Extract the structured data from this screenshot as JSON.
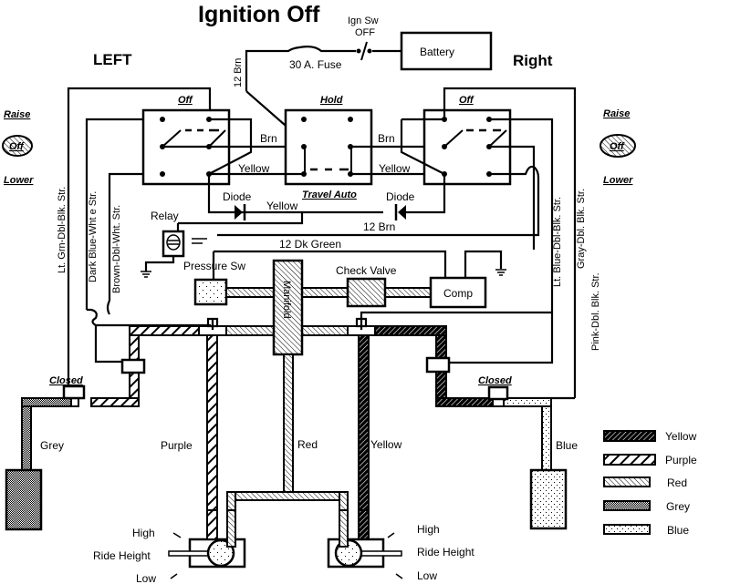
{
  "title": "Ignition Off",
  "sides": {
    "left": "LEFT",
    "right": "Right"
  },
  "ignition_switch": {
    "label": "Ign Sw",
    "state": "OFF"
  },
  "battery": "Battery",
  "fuse": "30 A. Fuse",
  "wires": {
    "twelve_brn_vertical": "12 Brn",
    "twelve_brn": "12 Brn",
    "twelve_dk_green": "12 Dk Green",
    "brn_left": "Brn",
    "brn_right": "Brn",
    "yellow_left": "Yellow",
    "yellow_right": "Yellow",
    "yellow_diode": "Yellow",
    "lt_grn": "Lt. Grn-Dbl-Blk. Str.",
    "dark_blue": "Dark Blue-Wht e Str.",
    "brown": "Brown-Dbl-Wht. Str.",
    "lt_blue": "Lt. Blue-Dbl-Blk. Str.",
    "gray": "Gray-Dbl. Blk. Str.",
    "pink": "Pink-Dbl. Blk. Str."
  },
  "switches": {
    "left_state": "Off",
    "center_state": "Hold",
    "center_sub": "Travel Auto",
    "right_state": "Off"
  },
  "diodes": {
    "left": "Diode",
    "right": "Diode"
  },
  "relay": "Relay",
  "pressure_switch": "Pressure Sw",
  "check_valve": "Check Valve",
  "compressor": "Comp",
  "manifold": "Manifold",
  "rocker_left": {
    "raise": "Raise",
    "off": "Off",
    "lower": "Lower"
  },
  "rocker_right": {
    "raise": "Raise",
    "off": "Off",
    "lower": "Lower"
  },
  "valves": {
    "left": "Closed",
    "right": "Closed"
  },
  "lines": {
    "grey": "Grey",
    "purple": "Purple",
    "red": "Red",
    "yellow": "Yellow",
    "blue": "Blue"
  },
  "height_valve_left": {
    "high": "High",
    "ride": "Ride Height",
    "low": "Low"
  },
  "height_valve_right": {
    "high": "High",
    "ride": "Ride Height",
    "low": "Low"
  },
  "legend": [
    {
      "label": "Yellow",
      "pattern": "yellow"
    },
    {
      "label": "Purple",
      "pattern": "purple"
    },
    {
      "label": "Red",
      "pattern": "red"
    },
    {
      "label": "Grey",
      "pattern": "grey"
    },
    {
      "label": "Blue",
      "pattern": "blue"
    }
  ]
}
